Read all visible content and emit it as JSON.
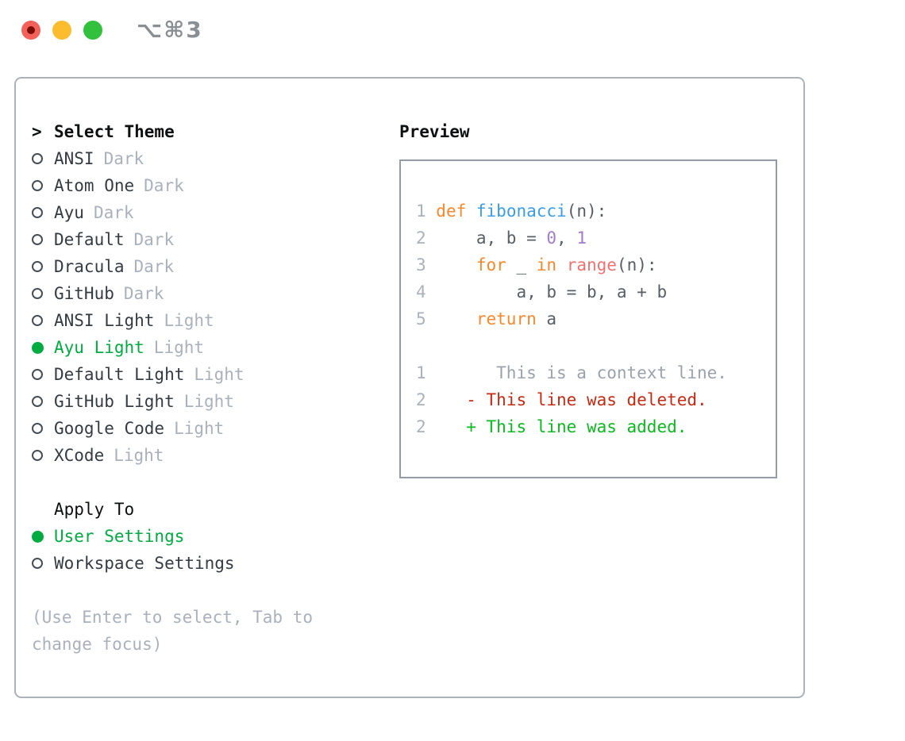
{
  "titlebar": {
    "shortcut": "⌥⌘3",
    "buttons": [
      "close",
      "minimize",
      "zoom"
    ]
  },
  "colors": {
    "tl-red": "#f4615b",
    "tl-red-dot": "#7a0e06",
    "tl-yellow": "#fbbd2e",
    "tl-green": "#32c13c",
    "panel-border": "#abb2ba",
    "preview-border": "#939ba5",
    "heading": "#0d0f11",
    "text": "#343b42",
    "muted": "#a9b1bd",
    "green": "#00ab41",
    "lnum": "#a9b1bb",
    "codefg": "#585e66",
    "kw": "#f8882b",
    "fn": "#399ee6",
    "coral": "#f07171",
    "purple": "#a37acc",
    "ctx": "#9aa2ac",
    "red": "#c62a12",
    "addgreen": "#09b91e"
  },
  "theme_panel": {
    "header_prompt": ">",
    "header_label": "Select Theme",
    "themes": [
      {
        "name": "ANSI",
        "tag": "Dark",
        "selected": false
      },
      {
        "name": "Atom One",
        "tag": "Dark",
        "selected": false
      },
      {
        "name": "Ayu",
        "tag": "Dark",
        "selected": false
      },
      {
        "name": "Default",
        "tag": "Dark",
        "selected": false
      },
      {
        "name": "Dracula",
        "tag": "Dark",
        "selected": false
      },
      {
        "name": "GitHub",
        "tag": "Dark",
        "selected": false
      },
      {
        "name": "ANSI Light",
        "tag": "Light",
        "selected": false
      },
      {
        "name": "Ayu Light",
        "tag": "Light",
        "selected": true
      },
      {
        "name": "Default Light",
        "tag": "Light",
        "selected": false
      },
      {
        "name": "GitHub Light",
        "tag": "Light",
        "selected": false
      },
      {
        "name": "Google Code",
        "tag": "Light",
        "selected": false
      },
      {
        "name": "XCode",
        "tag": "Light",
        "selected": false
      }
    ],
    "apply_label": "Apply To",
    "apply_options": [
      {
        "label": "User Settings",
        "selected": true
      },
      {
        "label": "Workspace Settings",
        "selected": false
      }
    ],
    "hint_lines": [
      "(Use Enter to select, Tab to",
      "change focus)"
    ]
  },
  "preview": {
    "label": "Preview",
    "lines": [
      {
        "ln": "1",
        "tokens": [
          {
            "t": "def",
            "c": "kw"
          },
          {
            "t": " ",
            "c": "fg"
          },
          {
            "t": "fibonacci",
            "c": "fn"
          },
          {
            "t": "(n):",
            "c": "fg"
          }
        ]
      },
      {
        "ln": "2",
        "tokens": [
          {
            "t": "    a, b = ",
            "c": "fg"
          },
          {
            "t": "0",
            "c": "num"
          },
          {
            "t": ", ",
            "c": "fg"
          },
          {
            "t": "1",
            "c": "num"
          }
        ]
      },
      {
        "ln": "3",
        "tokens": [
          {
            "t": "    ",
            "c": "fg"
          },
          {
            "t": "for",
            "c": "kw"
          },
          {
            "t": " _ ",
            "c": "fg"
          },
          {
            "t": "in",
            "c": "kw"
          },
          {
            "t": " ",
            "c": "fg"
          },
          {
            "t": "range",
            "c": "special"
          },
          {
            "t": "(n):",
            "c": "fg"
          }
        ]
      },
      {
        "ln": "4",
        "tokens": [
          {
            "t": "        a, b = b, a + b",
            "c": "fg"
          }
        ]
      },
      {
        "ln": "5",
        "tokens": [
          {
            "t": "    ",
            "c": "fg"
          },
          {
            "t": "return",
            "c": "kw"
          },
          {
            "t": " a",
            "c": "fg"
          }
        ]
      },
      {
        "ln": "",
        "tokens": []
      },
      {
        "ln": "1",
        "tokens": [
          {
            "t": "      This is a context line.",
            "c": "ctx"
          }
        ]
      },
      {
        "ln": "2",
        "tokens": [
          {
            "t": "   - This line was deleted.",
            "c": "del"
          }
        ]
      },
      {
        "ln": "2",
        "tokens": [
          {
            "t": "   + This line was added.",
            "c": "add"
          }
        ]
      }
    ]
  }
}
